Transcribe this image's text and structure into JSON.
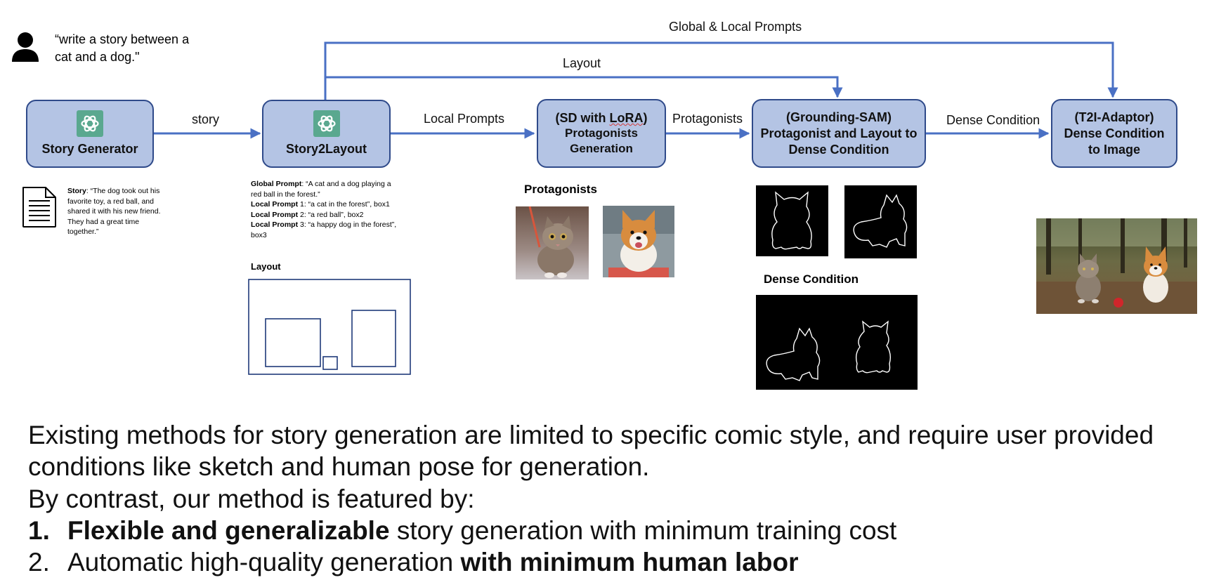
{
  "user": {
    "prompt_line1": "“write a story between a",
    "prompt_line2": "cat and a dog.\""
  },
  "edges": {
    "global_local_prompts": "Global & Local Prompts",
    "layout": "Layout",
    "story": "story",
    "local_prompts": "Local Prompts",
    "protagonists": "Protagonists",
    "dense_condition": "Dense Condition"
  },
  "nodes": {
    "story_generator": "Story Generator",
    "story2layout": "Story2Layout",
    "sd_lora_line1_pre": "(SD with ",
    "sd_lora_line1_word": "LoRA",
    "sd_lora_line1_post": ")",
    "sd_lora_line2": "Protagonists",
    "sd_lora_line3": "Generation",
    "grounding_line1": "(Grounding-SAM)",
    "grounding_line2": "Protagonist and Layout to",
    "grounding_line3": "Dense Condition",
    "t2i_line1": "(T2I-Adaptor)",
    "t2i_line2": "Dense Condition",
    "t2i_line3": "to Image"
  },
  "story_note": {
    "label": "Story",
    "text1": ": “The dog took out his",
    "text2": "favorite toy, a red ball, and",
    "text3": "shared it with his new friend.",
    "text4": "They had a great time",
    "text5": "together.”"
  },
  "prompts_note": {
    "global_label": "Global Prompt",
    "global_text1": ": “A cat and a dog playing a",
    "global_text2": "red ball in the forest.”",
    "lp1_label": "Local Prompt",
    "lp1_text": " 1: “a cat in the forest”, box1",
    "lp2_label": "Local Prompt",
    "lp2_text": " 2: “a red ball”, box2",
    "lp3_label": "Local Prompt",
    "lp3_text1": " 3: “a happy dog in the forest”,",
    "lp3_text2": "box3"
  },
  "sections": {
    "layout": "Layout",
    "protagonists": "Protagonists",
    "dense_condition": "Dense Condition"
  },
  "bottom_text": {
    "line1": "Existing methods for story generation are limited to specific comic style, and require user provided",
    "line2": "conditions like sketch and human pose for generation.",
    "line3": "By contrast, our method is featured by:",
    "item1_num": "1.",
    "item1_bold": "Flexible and generalizable",
    "item1_rest": " story generation with minimum training cost",
    "item2_num": "2.",
    "item2_rest": "Automatic high-quality generation ",
    "item2_bold": "with minimum human labor"
  },
  "colors": {
    "arrow": "#4a70c4",
    "node_fill": "#b4c4e4",
    "node_border": "#2f4a8a",
    "openai_green": "#5aa88f"
  },
  "icons": [
    "user-icon",
    "document-icon",
    "openai-icon"
  ]
}
